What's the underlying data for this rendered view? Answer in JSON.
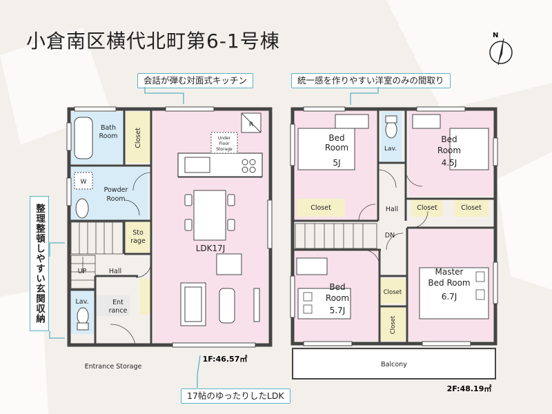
{
  "title": "小倉南区横代北町第6-1号棟",
  "callouts": {
    "kitchen": "会話が弾む対面式キッチン",
    "western_rooms": "統一感を作りやすい洋室のみの間取り",
    "ldk": "17帖のゆったりしたLDK",
    "entrance": "整理整頓しやすい玄関収納"
  },
  "compass_label": "N",
  "floor1": {
    "area_label": "1F:46.57㎡",
    "rooms": {
      "bath_line1": "Bath",
      "bath_line2": "Room",
      "closet": "Closet",
      "washer": "W",
      "powder_line1": "Powder",
      "powder_line2": "Room",
      "under_floor_line1": "Under",
      "under_floor_line2": "Floor",
      "under_floor_line3": "Storage",
      "fridge": "R",
      "storage_line1": "Sto",
      "storage_line2": "rage",
      "ldk": "LDK17J",
      "up": "UP",
      "hall": "Hall",
      "lav": "Lav.",
      "entrance_line1": "Ent",
      "entrance_line2": "rance",
      "entrance_storage": "Entrance Storage"
    }
  },
  "floor2": {
    "area_label": "2F:48.19㎡",
    "rooms": {
      "bed1_line1": "Bed",
      "bed1_line2": "Room",
      "bed1_size": "5J",
      "bed2_line1": "Bed",
      "bed2_line2": "Room",
      "bed2_size": "4.5J",
      "lav": "Lav.",
      "closet_a": "Closet",
      "hall": "Hall",
      "closet_b": "Closet",
      "closet_c": "Closet",
      "dn": "DN",
      "bed3_line1": "Bed",
      "bed3_line2": "Room",
      "bed3_size": "5.7J",
      "closet_d": "Closet",
      "closet_e": "Closet",
      "master_line1": "Master",
      "master_line2": "Bed Room",
      "master_size": "6.7J",
      "balcony": "Balcony"
    }
  },
  "colors": {
    "ldk": "#f8e1ea",
    "wet_area": "#d7ecf7",
    "closet": "#f6f0c8",
    "wall": "#454545",
    "callout_border": "#5ab1c0"
  }
}
